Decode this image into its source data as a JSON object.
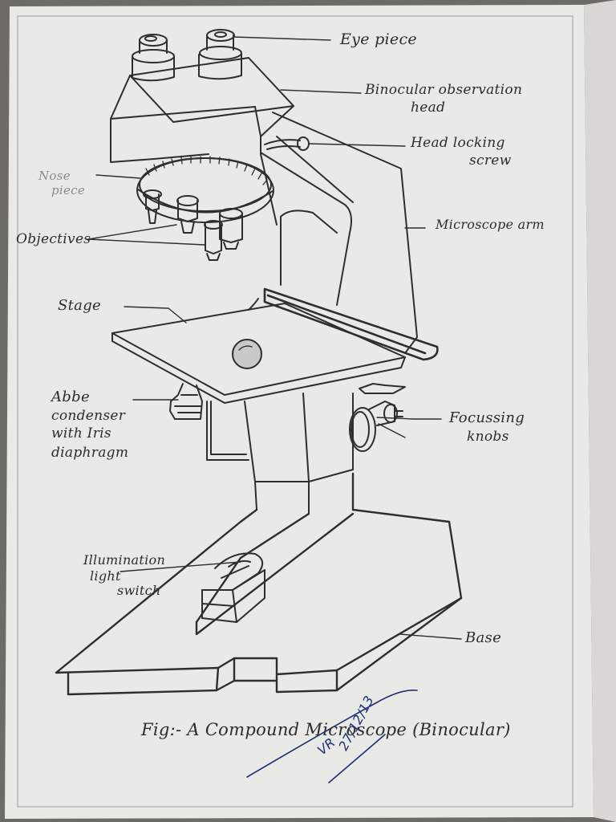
{
  "figure": {
    "caption": "Fig:- A Compound Microscope (Binocular)",
    "ink_color": "#2c2c2c",
    "signature_color": "#1f2d7a"
  },
  "labels": {
    "eye_piece": "Eye piece",
    "binocular_head_1": "Binocular observation",
    "binocular_head_2": "head",
    "head_locking_1": "Head locking",
    "head_locking_2": "screw",
    "nose_piece_1": "Nose",
    "nose_piece_2": "piece",
    "objectives": "Objectives",
    "microscope_arm": "Microscope arm",
    "stage": "Stage",
    "abbe_1": "Abbe",
    "abbe_2": "condenser",
    "abbe_3": "with Iris",
    "abbe_4": "diaphragm",
    "focussing_1": "Focussing",
    "focussing_2": "knobs",
    "illumination_1": "Illumination",
    "illumination_2": "light",
    "illumination_3": "switch",
    "base": "Base"
  },
  "signature": {
    "initials": "VR",
    "date": "27/12/13"
  }
}
